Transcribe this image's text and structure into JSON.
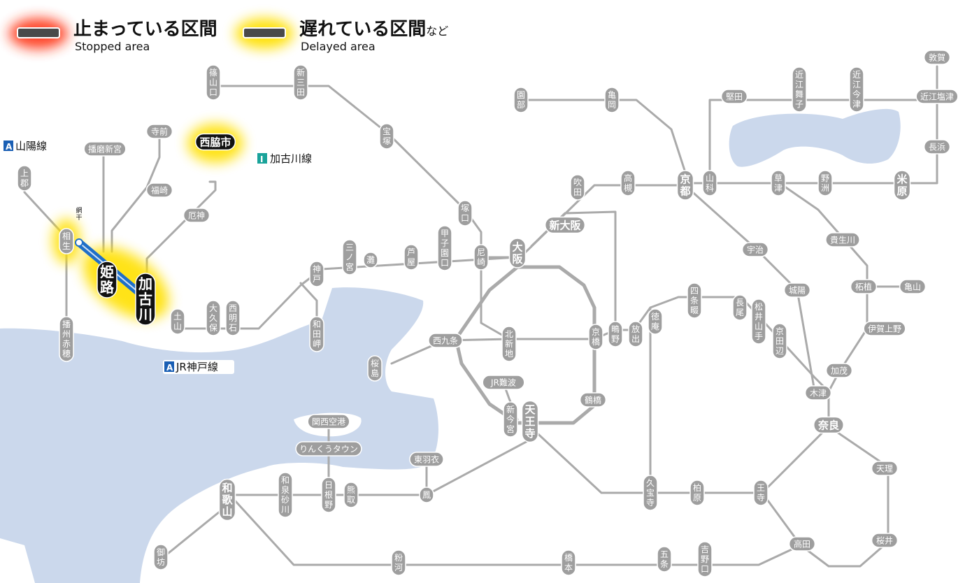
{
  "legend": {
    "stopped": {
      "title": "止まっている区間",
      "subtitle": "Stopped area"
    },
    "delayed": {
      "title": "遅れている区間",
      "suffix": "など",
      "subtitle": "Delayed area"
    }
  },
  "line_labels": [
    {
      "id": "sanyo",
      "badge": "A",
      "name": "山陽線",
      "badge_color": "#1a5fb4"
    },
    {
      "id": "kakogawa",
      "badge": "I",
      "name": "加古川線",
      "badge_color": "#1aa39a"
    },
    {
      "id": "kobe",
      "badge": "A",
      "name": "JR神戸線",
      "badge_color": "#1a5fb4"
    }
  ],
  "colors": {
    "track": "#aaaaaa",
    "station_fill": "#9e9e9e",
    "major_station_fill": "#111111",
    "sea": "#cbd8ec",
    "delayed_glow": "#ffe000",
    "stopped_glow": "#ff3a1a",
    "highlight_line": "#1f6fc8"
  },
  "stations": {
    "sasayamaguchi": "篠山口",
    "shinsanda": "新三田",
    "takarazuka": "宝塚",
    "sonobe": "園部",
    "kameoka": "亀岡",
    "katata": "堅田",
    "omimaiko": "近江舞子",
    "omiimazu": "近江今津",
    "tsuruga": "敦賀",
    "omishiotsu": "近江塩津",
    "nagahama": "長浜",
    "maibara": "米原",
    "yasu": "野洲",
    "kusatsu": "草津",
    "yamashina": "山科",
    "kyoto": "京都",
    "takatsuki": "高槻",
    "suita": "吹田",
    "shinosaka": "新大阪",
    "tsukaguchi": "塚口",
    "amagasaki": "尼崎",
    "osaka": "大阪",
    "koshienguchi": "甲子園口",
    "ashiya": "芦屋",
    "nada": "灘",
    "sannomiya": "三ノ宮",
    "kobe": "神戸",
    "wadamisaki": "和田岬",
    "nishiakashi": "西明石",
    "okubo": "大久保",
    "tsuchiyama": "土山",
    "kakogawa": "加古川",
    "himeji": "姫路",
    "aboshi": "網干",
    "aioi": "相生",
    "kamigori": "上郡",
    "banshuako": "播州赤穂",
    "harimashingu": "播磨新宮",
    "teramae": "寺前",
    "fukusaki": "福崎",
    "yakujin": "厄神",
    "nishiwakishi": "西脇市",
    "ujii": "宇治",
    "johyo": "城陽",
    "shijonawate": "四条畷",
    "nagao": "長尾",
    "matsuiyamate": "松井山手",
    "kyotanabe": "京田辺",
    "kizu": "木津",
    "nara": "奈良",
    "kamo": "加茂",
    "igaueno": "伊賀上野",
    "tsuge": "柘植",
    "kameyama": "亀山",
    "kibukawa": "貴生川",
    "tokuan": "徳庵",
    "hanaten": "放出",
    "shigino": "鴫野",
    "kyobashi": "京橋",
    "kitashinchi": "北新地",
    "nishikujo": "西九条",
    "sakurajima": "桜島",
    "tsuruhashi": "鶴橋",
    "jrnamba": "JR難波",
    "shinimamiya": "新今宮",
    "tennoji": "天王寺",
    "kansaiairport": "関西空港",
    "rinkutown": "りんくうタウン",
    "higashihagoromo": "東羽衣",
    "otori": "鳳",
    "hineno": "日根野",
    "kumatori": "熊取",
    "izumisunagawa": "和泉砂川",
    "wakayama": "和歌山",
    "gobo": "御坊",
    "kokawa": "粉河",
    "hashimoto": "橋本",
    "gojo": "五条",
    "yoshinoguchi": "吉野口",
    "takada": "高田",
    "oji": "王寺",
    "kashiwara": "柏原",
    "kyuhoji": "久宝寺",
    "tenri": "天理",
    "sakurai": "桜井"
  }
}
